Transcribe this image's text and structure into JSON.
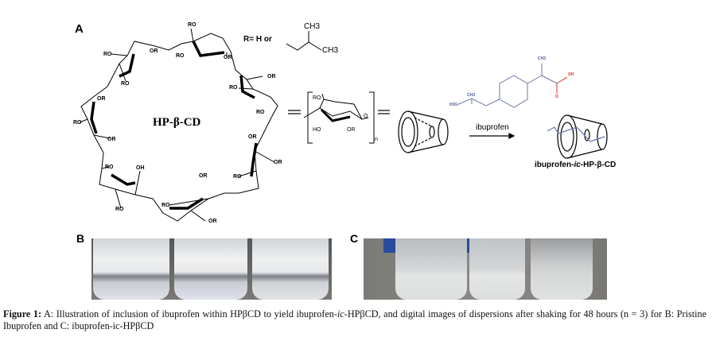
{
  "panel_a": {
    "letter": "A",
    "center_label": "HP-β-CD",
    "r_definition": "R= H or",
    "r_group_labels": [
      "CH3",
      "CH3"
    ],
    "substituent_labels": [
      "RO",
      "OR",
      "RO",
      "RO",
      "OR",
      "RO",
      "OR",
      "RO",
      "OR",
      "RO",
      "RO",
      "OR",
      "OR",
      "OR",
      "RO",
      "OH",
      "RO",
      "OR",
      "RO",
      "RO",
      "OR"
    ],
    "monomer_labels": {
      "ro": "RO",
      "ho": "HO",
      "or": "OR",
      "o": "O",
      "n": "n"
    },
    "reaction_label": "ibuprofen",
    "ibuprofen_labels": {
      "ch3_top": "CH3",
      "ch3_left": "CH3",
      "h3c": "H3C",
      "oh": "OH",
      "o": "O"
    },
    "complex_label_prefix": "ibuprofen-",
    "complex_label_ic": "ic",
    "complex_label_suffix": "-HP-β-CD"
  },
  "panel_b": {
    "letter": "B"
  },
  "panel_c": {
    "letter": "C"
  },
  "caption": {
    "figure_label": "Figure 1:",
    "text_1": " A: Illustration of inclusion of ibuprofen within HPβCD to yield ibuprofen-",
    "ic": "ic",
    "text_2": "-HPβCD, and digital images of dispersions after shaking for 48 hours (n = 3) for B: Pristine Ibuprofen and C: ibuprofen-ic-HPβCD"
  },
  "colors": {
    "ibuprofen_blue": "#4a5a9a",
    "ibuprofen_red": "#d0301c"
  }
}
